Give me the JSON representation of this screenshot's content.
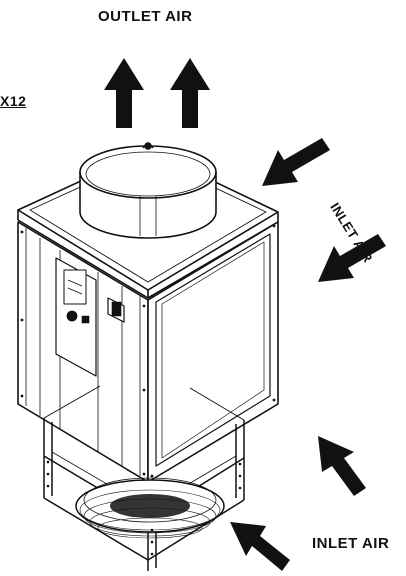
{
  "labels": {
    "outlet": "OUTLET AIR",
    "inlet_side": "INLET AIR",
    "inlet_bottom": "INLET AIR",
    "model_partial": "X12"
  },
  "colors": {
    "line": "#111111",
    "arrow": "#111111",
    "panel_fill": "#ffffff",
    "background": "#ffffff"
  },
  "icons": {
    "arrow": "filled-arrow",
    "fan": "radial-fan"
  }
}
